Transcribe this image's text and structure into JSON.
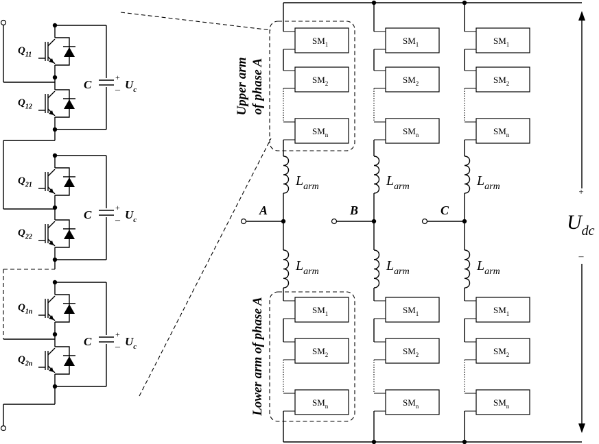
{
  "converter": {
    "phases": [
      {
        "name": "A"
      },
      {
        "name": "B"
      },
      {
        "name": "C"
      }
    ],
    "arm_labels": {
      "upper_line1": "Upper arm",
      "upper_line2": "of phase A",
      "lower": "Lower arm of phase A"
    },
    "submodules": {
      "prefix": "SM",
      "subs": [
        "1",
        "2",
        "n"
      ]
    },
    "inductor": {
      "main": "L",
      "sub": "arm"
    },
    "dc_voltage": {
      "main": "U",
      "sub": "dc",
      "plus": "+",
      "minus": "–"
    }
  },
  "submodule_chain": {
    "cells": [
      {
        "upper_q": "Q",
        "upper_sub": "11",
        "lower_q": "Q",
        "lower_sub": "12"
      },
      {
        "upper_q": "Q",
        "upper_sub": "21",
        "lower_q": "Q",
        "lower_sub": "22"
      },
      {
        "upper_q": "Q",
        "upper_sub": "1n",
        "lower_q": "Q",
        "lower_sub": "2n"
      }
    ],
    "capacitor": "C",
    "cap_voltage": {
      "main": "U",
      "sub": "c",
      "plus": "+",
      "minus": "–"
    }
  }
}
